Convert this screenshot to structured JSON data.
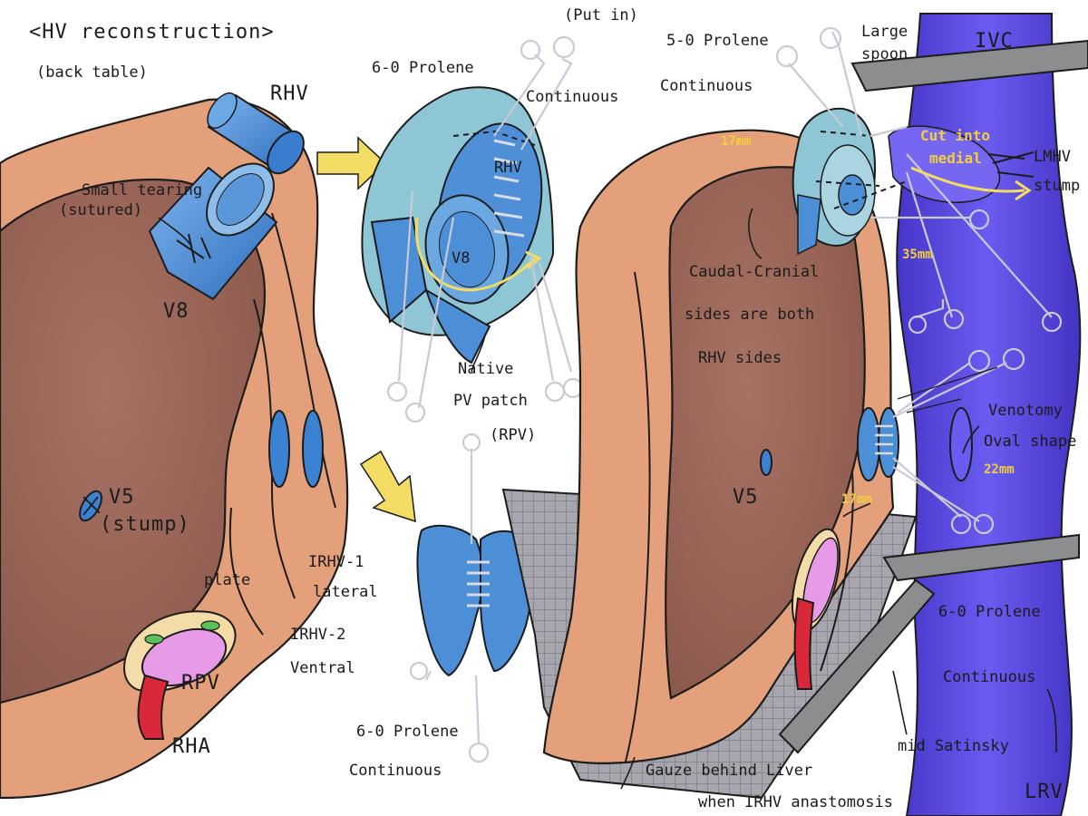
{
  "title": "<HV reconstruction>",
  "subtitle": "(back table)",
  "labels": {
    "rhv": "RHV",
    "small_tearing_1": "Small tearing",
    "small_tearing_2": "(sutured)",
    "v8": "V8",
    "v5_stump_1": "V5",
    "v5_stump_2": "(stump)",
    "plate": "plate",
    "rpv": "RPV",
    "rha": "RHA",
    "irhv1_1": "IRHV-1",
    "irhv1_2": "lateral",
    "irhv2_1": "IRHV-2",
    "irhv2_2": "Ventral",
    "prolene_60_top_1": "6-0 Prolene",
    "put_in": "(Put in)",
    "continuous_top": "Continuous",
    "v8_patch": "V8",
    "rhv_patch": "RHV",
    "native_1": "Native",
    "native_2": "PV patch",
    "native_3": "(RPV)",
    "prolene_60_mid_1": "6-0 Prolene",
    "prolene_60_mid_2": "Continuous",
    "prolene_50_1": "5-0 Prolene",
    "prolene_50_2": "Continuous",
    "large_spoon_1": "Large",
    "large_spoon_2": "spoon",
    "ivc": "IVC",
    "cut_medial_1": "Cut into",
    "cut_medial_2": "medial",
    "lmhv_1": "LMHV",
    "lmhv_2": "stump",
    "mm17_top": "17mm",
    "mm35": "35mm",
    "caudal_1": "Caudal-Cranial",
    "caudal_2": "sides are both",
    "caudal_3": "RHV sides",
    "venotomy_1": "Venotomy",
    "venotomy_2": "Oval shape",
    "mm22": "22mm",
    "mm17_bot": "17mm",
    "v5": "V5",
    "prolene_60_right_1": "6-0 Prolene",
    "prolene_60_right_2": "Continuous",
    "mid_satinsky": "mid Satinsky",
    "gauze_1": "Gauze behind Liver",
    "gauze_2": "when IRHV anastomosis",
    "lrv": "LRV"
  },
  "colors": {
    "liver_outer": "#e3a07a",
    "liver_inner": "#9c6759",
    "vessel_blue": "#4d8fd6",
    "ivc_blue": "#5a4ad8",
    "patch_teal": "#8fc6d6",
    "arrow_yellow": "#f2dc63",
    "rpv_pink": "#e79ae6",
    "plate_cream": "#f4dca8",
    "rha_red": "#d8283a",
    "gauze_gray": "#9c9aa3",
    "clamp_gray": "#8b8d8f"
  }
}
